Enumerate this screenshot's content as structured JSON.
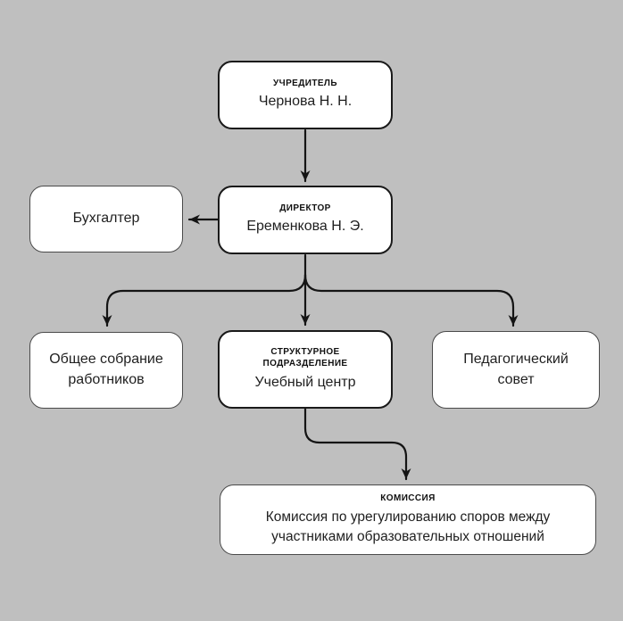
{
  "diagram": {
    "background_color": "#bfbfbf",
    "node_fill": "#ffffff",
    "line_color": "#141414"
  },
  "nodes": {
    "founder": {
      "role": "УЧРЕДИТЕЛЬ",
      "name": "Чернова Н. Н."
    },
    "director": {
      "role": "ДИРЕКТОР",
      "name": "Еременкова Н. Э."
    },
    "accountant": {
      "name": "Бухгалтер"
    },
    "general_assembly": {
      "name": "Общее собрание работников"
    },
    "structural_unit": {
      "role": "СТРУКТУРНОЕ ПОДРАЗДЕЛЕНИЕ",
      "name": "Учебный центр"
    },
    "pedagogical_council": {
      "name": "Педагогический совет"
    },
    "commission": {
      "role": "КОМИССИЯ",
      "name": "Комиссия по урегулированию споров между участниками образовательных отношений"
    }
  },
  "edges": [
    {
      "from": "founder",
      "to": "director"
    },
    {
      "from": "director",
      "to": "accountant"
    },
    {
      "from": "director",
      "to": "general_assembly"
    },
    {
      "from": "director",
      "to": "structural_unit"
    },
    {
      "from": "director",
      "to": "pedagogical_council"
    },
    {
      "from": "structural_unit",
      "to": "commission"
    }
  ]
}
